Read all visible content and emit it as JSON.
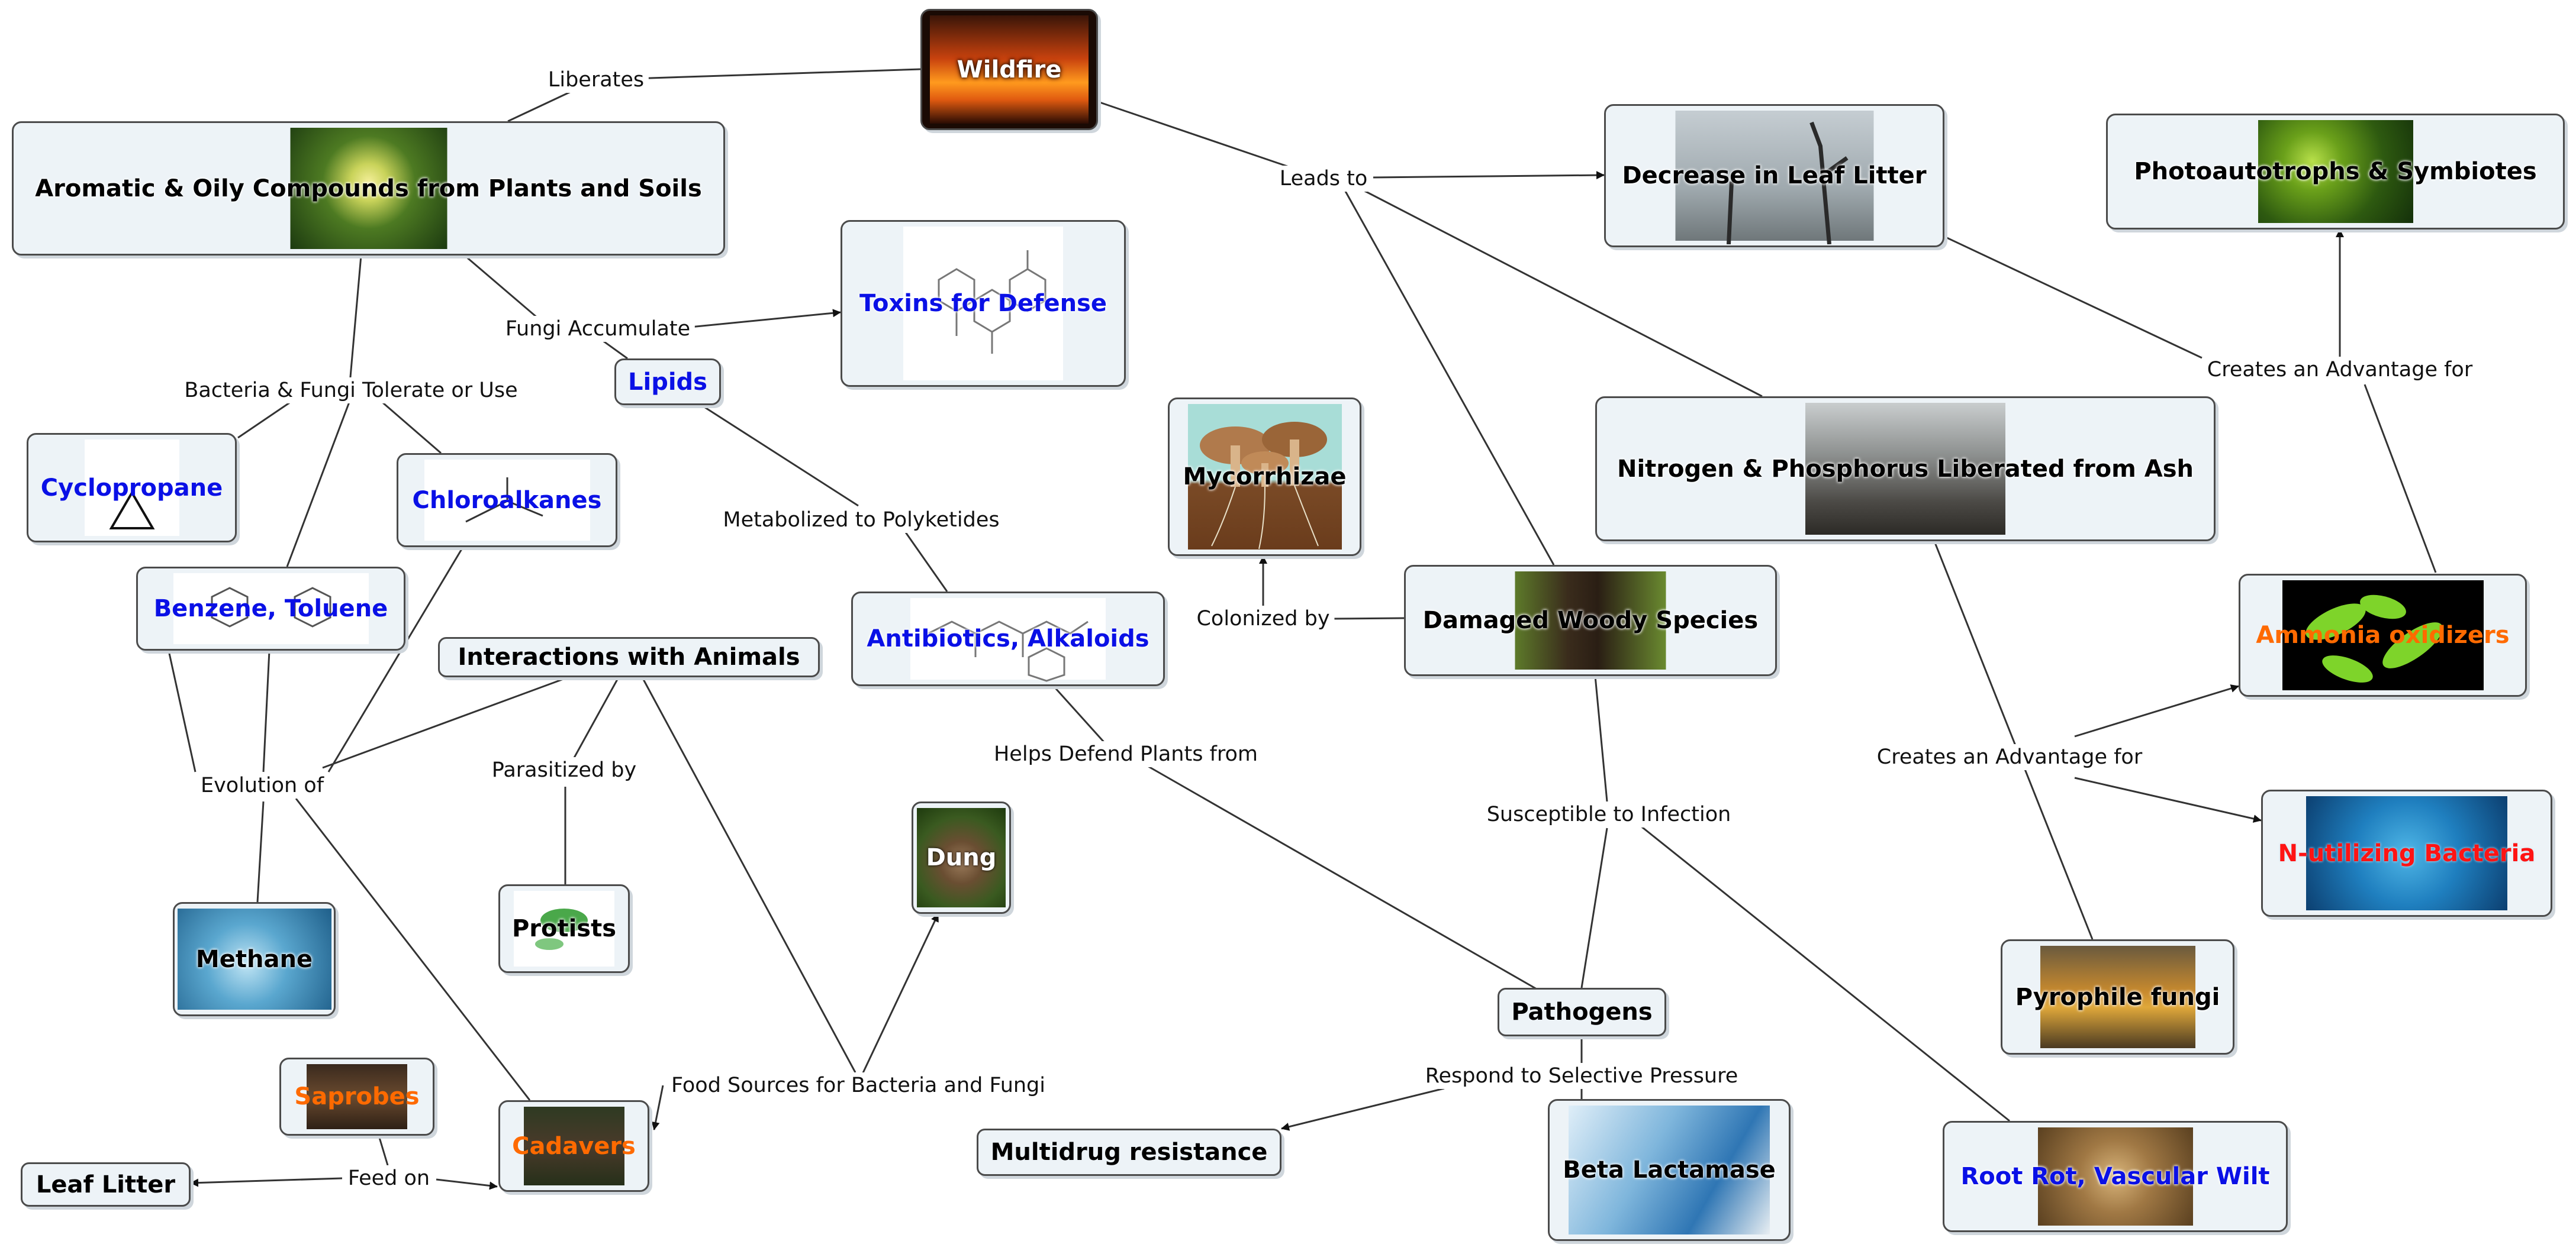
{
  "palette": {
    "node_fill": "#edf3f7",
    "border": "#4b4b4b",
    "blue_text": "#0a10e6",
    "orange_text": "#ff6a00",
    "red_text": "#ff1414",
    "line": "#333333"
  },
  "concepts": {
    "wildfire": "Wildfire",
    "aromatic": "Aromatic & Oily Compounds from Plants and Soils",
    "toxins": "Toxins for Defense",
    "lipids": "Lipids",
    "cyclopropane": "Cyclopropane",
    "chloroalkanes": "Chloroalkanes",
    "benzene": "Benzene, Toluene",
    "interactions": "Interactions with Animals",
    "antibiotics": "Antibiotics, Alkaloids",
    "mycorrhizae": "Mycorrhizae",
    "leaf_litter_decrease": "Decrease in Leaf Litter",
    "photoautotrophs": "Photoautotrophs & Symbiotes",
    "nitrogen": "Nitrogen & Phosphorus Liberated from Ash",
    "damaged": "Damaged Woody Species",
    "ammonia": "Ammonia oxidizers",
    "nbacteria": "N-utilizing Bacteria",
    "methane": "Methane",
    "protists": "Protists",
    "dung": "Dung",
    "saprobes": "Saprobes",
    "cadavers": "Cadavers",
    "leaf_litter": "Leaf Litter",
    "multidrug": "Multidrug resistance",
    "pathogens": "Pathogens",
    "beta": "Beta Lactamase",
    "pyrophile": "Pyrophile fungi",
    "rootrot": "Root Rot, Vascular Wilt"
  },
  "linking_phrases": {
    "liberates": "Liberates",
    "leads_to": "Leads to",
    "fungi_accumulate": "Fungi Accumulate",
    "tolerate": "Bacteria & Fungi Tolerate or Use",
    "metabolized": "Metabolized to Polyketides",
    "colonized": "Colonized by",
    "creates_adv_top": "Creates an Advantage for",
    "creates_adv_mid": "Creates an Advantage for",
    "evolution": "Evolution of",
    "parasitized": "Parasitized by",
    "helps_defend": "Helps Defend Plants from",
    "susceptible": "Susceptible to Infection",
    "food_sources": "Food Sources for Bacteria and Fungi",
    "respond": "Respond to Selective Pressure",
    "feed_on": "Feed on"
  },
  "image_names": {
    "wildfire": "forest-fire-photo",
    "aromatic": "enchanted-forest-photo",
    "toxins": "molecule-structure-diagram",
    "cyclopropane": "triangle-ring-structure",
    "chloroalkanes": "chloroalkane-structure",
    "benzene": "benzene-ring-structures",
    "antibiotics": "alkaloid-structure-diagram",
    "mycorrhizae": "mushroom-root-illustration",
    "leaf_litter_decrease": "foggy-burnt-trees-photo",
    "photoautotrophs": "green-algae-photo",
    "nitrogen": "ash-landscape-photo",
    "damaged": "burnt-trunk-photo",
    "ammonia": "green-bacteria-photo",
    "nbacteria": "blue-bacteria-photo",
    "methane": "methane-molecule-render",
    "protists": "protist-illustration",
    "dung": "rabbit-photo",
    "saprobes": "saprobe-mushroom-photo",
    "cadavers": "cadaver-photo",
    "beta": "lab-scientist-photo",
    "pyrophile": "pyrophile-fungi-photo",
    "rootrot": "rotted-log-photo"
  }
}
